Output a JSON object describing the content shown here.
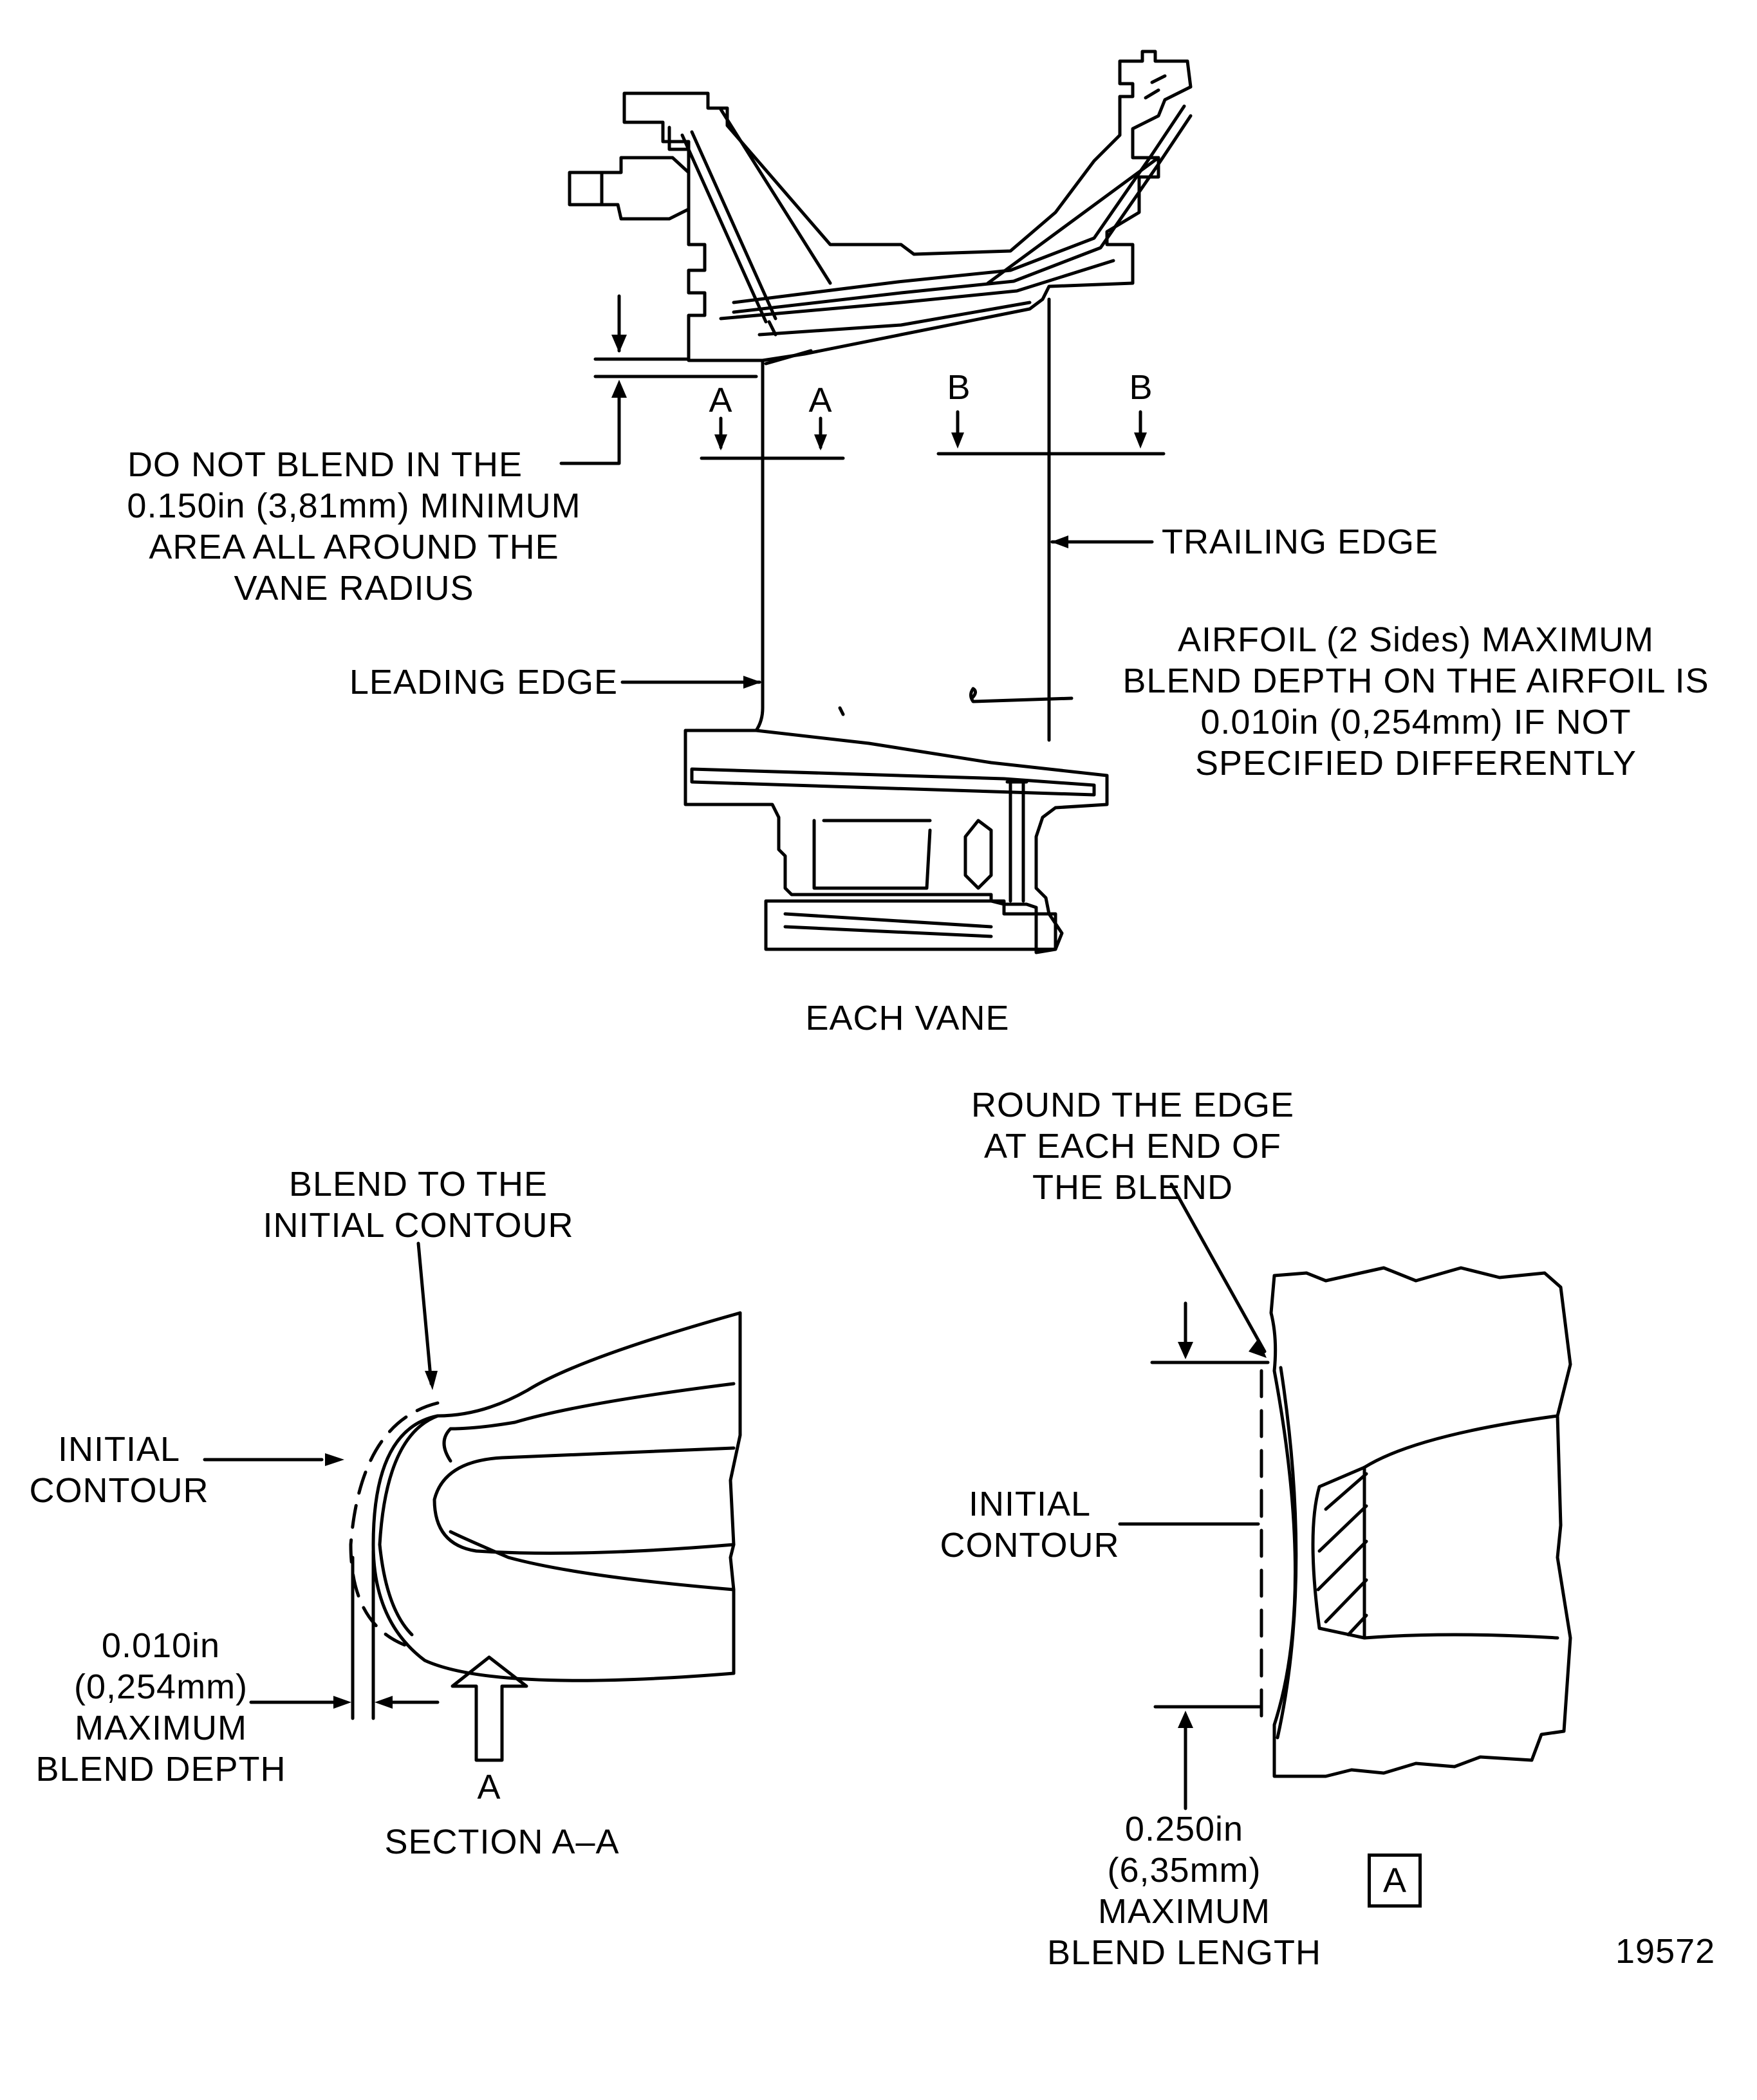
{
  "top_view": {
    "caption": "EACH VANE",
    "section_a_marks": [
      "A",
      "A"
    ],
    "section_b_marks": [
      "B",
      "B"
    ],
    "do_not_blend_note": [
      "DO NOT BLEND IN THE",
      "0.150in (3,81mm) MINIMUM",
      "AREA ALL AROUND THE",
      "VANE RADIUS"
    ],
    "trailing_edge_label": "TRAILING EDGE",
    "leading_edge_label": "LEADING EDGE",
    "airfoil_note": [
      "AIRFOIL  (2 Sides)  MAXIMUM",
      "BLEND DEPTH ON THE AIRFOIL IS",
      "0.010in (0,254mm) IF NOT",
      "SPECIFIED DIFFERENTLY"
    ]
  },
  "section_view": {
    "blend_label": [
      "BLEND TO THE",
      "INITIAL CONTOUR"
    ],
    "initial_contour_label": [
      "INITIAL",
      "CONTOUR"
    ],
    "depth_label": [
      "0.010in",
      "(0,254mm)",
      "MAXIMUM",
      "BLEND DEPTH"
    ],
    "view_arrow_label": "A",
    "caption": "SECTION A–A"
  },
  "detail_view": {
    "round_edge_label": [
      "ROUND THE EDGE",
      "AT EACH END OF",
      "THE BLEND"
    ],
    "initial_contour_label": [
      "INITIAL",
      "CONTOUR"
    ],
    "length_label": [
      "0.250in",
      "(6,35mm)",
      "MAXIMUM",
      "BLEND LENGTH"
    ],
    "detail_tag": "A"
  },
  "figure_number": "19572"
}
